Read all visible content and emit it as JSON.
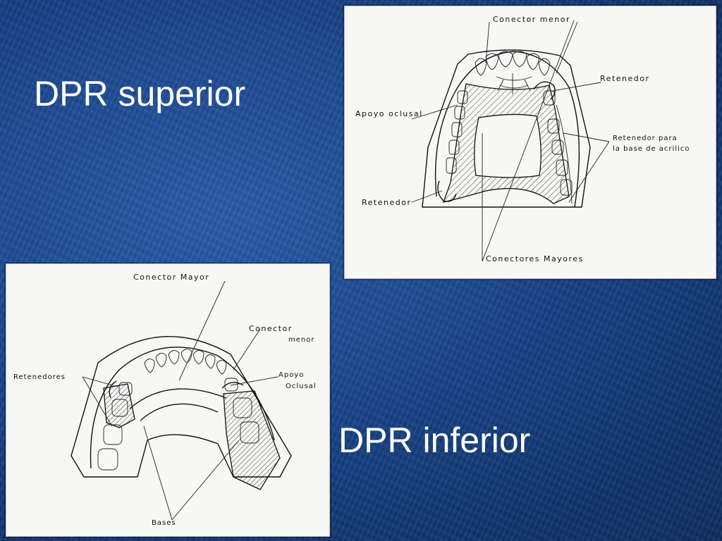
{
  "slide": {
    "title_upper": "DPR superior",
    "title_lower": "DPR inferior"
  },
  "upper_diagram": {
    "labels": {
      "conector_menor": "Conector menor",
      "retenedor_top": "Retenedor",
      "apoyo_oclusal": "Apoyo oclusal",
      "retenedor_para_1": "Retenedor para",
      "retenedor_para_2": "la base de acrilico",
      "retenedor_left": "Retenedor",
      "conectores_mayores": "Conectores Mayores"
    }
  },
  "lower_diagram": {
    "labels": {
      "conector_mayor": "Conector Mayor",
      "conector_menor_1": "Conector",
      "conector_menor_2": "menor",
      "retenedores": "Retenedores",
      "apoyo_oclusal_1": "Apoyo",
      "apoyo_oclusal_2": "Oclusal",
      "bases": "Bases"
    }
  }
}
